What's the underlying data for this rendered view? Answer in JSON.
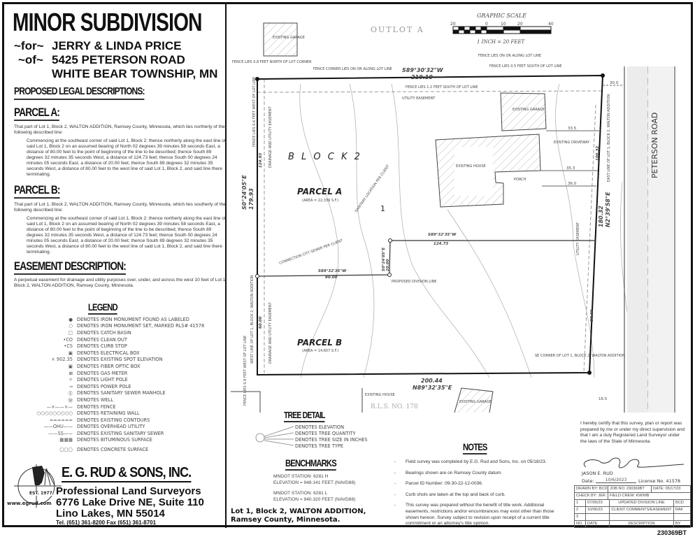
{
  "header": {
    "title": "MINOR SUBDIVISION",
    "for_prefix": "~for~",
    "client": "JERRY & LINDA PRICE",
    "of_prefix": "~of~",
    "address": "5425 PETERSON ROAD",
    "city": "WHITE BEAR TOWNSHIP, MN"
  },
  "legal": {
    "heading": "PROPOSED LEGAL DESCRIPTIONS:",
    "parcel_a": {
      "heading": "PARCEL A:",
      "intro": "That part of Lot 1, Block 2, WALTON ADDITION, Ramsey County, Minnesota, which lies northerly of the following described line:",
      "body": "Commencing at the southeast corner of said Lot 1, Block 2; thence northerly along the east line of said Lot 1, Block 2 on an assumed bearing of North 02 degrees 39 minutes 58 seconds East, a distance of 80.00 feet to the point of beginning of the line to be described; thence South 89 degrees 32 minutes 35 seconds West, a distance of 124.73 feet; thence South 00 degrees 24 minutes 05 seconds East, a distance of 20.00 feet; thence South 89 degrees 32 minutes 35 seconds West, a distance of 80.00 feet to the west line of said Lot 1, Block 2, and said line there terminating."
    },
    "parcel_b": {
      "heading": "PARCEL B:",
      "intro": "That part of Lot 1, Block 2, WALTON ADDITION, Ramsey County, Minnesota, which lies southerly of the following described line:",
      "body": "Commencing at the southeast corner of said Lot 1, Block 2; thence northerly along the east line of said Lot 1, Block 2 on an assumed bearing of North 02 degrees 39 minutes 58 seconds East, a distance of 80.00 feet to the point of beginning of the line to be described; thence South 89 degrees 32 minutes 35 seconds West, a distance of 124.73 feet; thence South 00 degrees 24 minutes 05 seconds East, a distance of 20.00 feet; thence South 89 degrees 32 minutes 35 seconds West, a distance of 80.00 feet to the west line of said Lot 1, Block 2, and said line there terminating."
    },
    "easement": {
      "heading": "EASEMENT DESCRIPTION:",
      "body": "A perpetual easement for drainage and utility purposes over, under, and across the west 10 feet of Lot 1, Block 2, WALTON ADDITION, Ramsey County, Minnesota."
    }
  },
  "legend": {
    "heading": "LEGEND",
    "items": [
      {
        "sym": "●",
        "label": "DENOTES IRON MONUMENT FOUND AS LABELED"
      },
      {
        "sym": "○",
        "label": "DENOTES IRON MONUMENT SET, MARKED RLS# 41578"
      },
      {
        "sym": "□",
        "label": "DENOTES CATCH BASIN"
      },
      {
        "sym": "•CO",
        "label": "DENOTES CLEAN OUT"
      },
      {
        "sym": "•CS",
        "label": "DENOTES CURB STOP"
      },
      {
        "sym": "▣",
        "label": "DENOTES ELECTRICAL BOX"
      },
      {
        "sym": "× 902.35",
        "label": "DENOTES EXISTING SPOT ELEVATION"
      },
      {
        "sym": "▣",
        "label": "DENOTES FIBER OPTIC BOX"
      },
      {
        "sym": "⊠",
        "label": "DENOTES GAS METER"
      },
      {
        "sym": "☼",
        "label": "DENOTES LIGHT POLE"
      },
      {
        "sym": "⊸",
        "label": "DENOTES POWER POLE"
      },
      {
        "sym": "Ⓢ",
        "label": "DENOTES SANITARY SEWER MANHOLE"
      },
      {
        "sym": "Ⓦ",
        "label": "DENOTES WELL"
      },
      {
        "sym": "—×——×—",
        "label": "DENOTES FENCE"
      },
      {
        "sym": "○○○○○○○○○",
        "label": "DENOTES RETAINING WALL"
      },
      {
        "sym": "≈≈≈≈≈≈",
        "label": "DENOTES EXISTING CONTOURS"
      },
      {
        "sym": "——OHU——",
        "label": "DENOTES OVERHEAD UTILITY"
      },
      {
        "sym": "——SS——",
        "label": "DENOTES EXISTING SANITARY SEWER"
      },
      {
        "sym": "▦▦▦",
        "label": "DENOTES BITUMINOUS SURFACE"
      },
      {
        "sym": "▢▢▢",
        "label": "DENOTES CONCRETE SURFACE"
      }
    ]
  },
  "company": {
    "name": "E. G. RUD & SONS, INC.",
    "established": "EST. 1977",
    "website": "www.egrud.com",
    "tagline": "Professional Land Surveyors",
    "street": "6776 Lake Drive NE, Suite 110",
    "city": "Lino Lakes, MN  55014",
    "phones": "Tel. (651) 361-8200   Fax (651) 361-8701"
  },
  "map": {
    "scale": {
      "title": "GRAPHIC SCALE",
      "ticks": [
        "20",
        "0",
        "10",
        "20",
        "40"
      ],
      "ratio": "1 INCH = 20 FEET"
    },
    "outlot": "OUTLOT A",
    "block": "B L O C K   2",
    "lot_number": "1",
    "parcel_a": {
      "name": "PARCEL A",
      "area": "(AREA = 22,339 S.F.)"
    },
    "parcel_b": {
      "name": "PARCEL B",
      "area": "(AREA = 14,607 S.F.)"
    },
    "road": "PETERSON ROAD",
    "bearings": {
      "north": "S89°30'32\"W",
      "north_dist": "210.10",
      "west": "S0°24'05\"E",
      "west_dist": "179.93",
      "div1": "S89°32'35\"W",
      "div1_dist": "124.73",
      "div2": "S0°24'05\"E",
      "div2_dist": "20.00",
      "div3": "S89°32'35\"W",
      "div3_dist": "80.00",
      "south": "N89°32'35\"E",
      "south_dist": "200.44",
      "east": "N2°39'58\"E",
      "east_dist": "180.32",
      "east_upper": "100.32",
      "east_lower": "80.00",
      "west_upper": "124.93",
      "west_lower": "60.00"
    },
    "offsets": [
      "30.0",
      "33.5",
      "35.3",
      "36.0",
      "16.5"
    ],
    "labels": {
      "garage_nw": "EXISTING GARAGE",
      "garage": "EXISTING GARAGE",
      "house": "EXISTING HOUSE",
      "porch": "PORCH",
      "driveway": "EXISTING DRIVEWAY",
      "utility_easement": "UTILITY EASEMENT",
      "utility_easement_e": "UTILITY EASEMENT",
      "fence_nw": "FENCE LIES 0.8 FEET NORTH OF LOT CORNER",
      "fence_corner": "FENCE CORNER LIES ON OR ALONG LOT LINE",
      "fence_on": "FENCE LIES ON OR ALONG LOT LINE",
      "fence_05": "FENCE LIES 0.5 FEET SOUTH OF LOT LINE",
      "fence_12": "FENCE LIES 1.2 FEET SOUTH OF LOT LINE",
      "fence_w1": "FENCE LIES 0.6 FEET WEST OF LOT LINE",
      "fence_w2": "FENCE LIES 0.9 FEET WEST OF LOT LINE",
      "drainage": "DRAINAGE AND UTILITY EASEMENT",
      "drainage2": "DRAINAGE AND UTILITY EASEMENT",
      "west_line": "WEST LINE OF LOT 1, BLOCK 2, WALTON ADDITION",
      "east_line": "EAST LINE OF LOT 1, BLOCK 2, WALTON ADDITION",
      "sanitary": "SANITARY LOCATION PER CLIENT",
      "connection": "CONNECTION CITY SEWER PER CLIENT",
      "division": "PROPOSED DIVISION LINE",
      "se_corner": "SE CORNER OF LOT 1, BLOCK 2, WALTON ADDITION",
      "rls": "R.L.S.   NO. 178",
      "house_s": "EXISTING HOUSE",
      "garage_s": "EXISTING GARAGE"
    }
  },
  "tree_detail": {
    "heading": "TREE DETAIL",
    "items": [
      "DENOTES ELEVATION",
      "DENOTES TREE QUANTITY",
      "DENOTES TREE SIZE IN INCHES",
      "DENOTES TREE TYPE"
    ]
  },
  "benchmarks": {
    "heading": "BENCHMARKS",
    "items": [
      {
        "station": "MNDOT STATION: 6281 H",
        "elevation": "ELEVATION = 948.141 FEET (NAVD88)"
      },
      {
        "station": "MNDOT STATION: 6281 L",
        "elevation": "ELEVATION = 940.320 FEET (NAVD88)"
      }
    ]
  },
  "lot_desc": {
    "line1": "Lot 1, Block 2, WALTON ADDITION,",
    "line2": "Ramsey County, Minnesota."
  },
  "notes": {
    "heading": "NOTES",
    "items": [
      "Field survey was completed by E.G. Rud and Sons, Inc. on 05/18/23.",
      "Bearings shown are on Ramsey County datum.",
      "Parcel ID Number: 09-30-22-12-0036.",
      "Curb shots are taken at the top and back of curb.",
      "This survey was prepared without the benefit of title work. Additional easements, restrictions and/or encumbrances may exist other than those shown hereon. Survey subject to revision upon receipt of a current title commitment or an attorney's title opinion."
    ]
  },
  "certification": {
    "text": "I hereby certify that this survey, plan or report was prepared by me or under my direct supervision and that I am a duly Registered Land Surveyor under the laws of the State of Minnesota.",
    "surveyor": "JASON E. RUD",
    "date_label": "Date:",
    "date": "10/6/2023",
    "license": "License No. 41578"
  },
  "title_block": {
    "drawn_by": "DRAWN BY:  BCD",
    "job_no": "JOB NO: 230369BT",
    "date": "DATE: 05/17/23",
    "check_by": "CHECK BY:  JER",
    "field_crew": "FIELD CREW:  KW/MB",
    "revisions": [
      {
        "no": "1",
        "date": "07/05/23",
        "description": "UPDATED DIVISION LINE",
        "by": "BCD"
      },
      {
        "no": "2",
        "date": "10/06/23",
        "description": "CLIENT COMMENTS/EASEMENT",
        "by": "RAF"
      },
      {
        "no": "3",
        "date": "",
        "description": "",
        "by": ""
      }
    ],
    "header": {
      "no": "NO.",
      "date": "DATE",
      "description": "DESCRIPTION",
      "by": "BY"
    }
  },
  "job_code": "230369BT"
}
